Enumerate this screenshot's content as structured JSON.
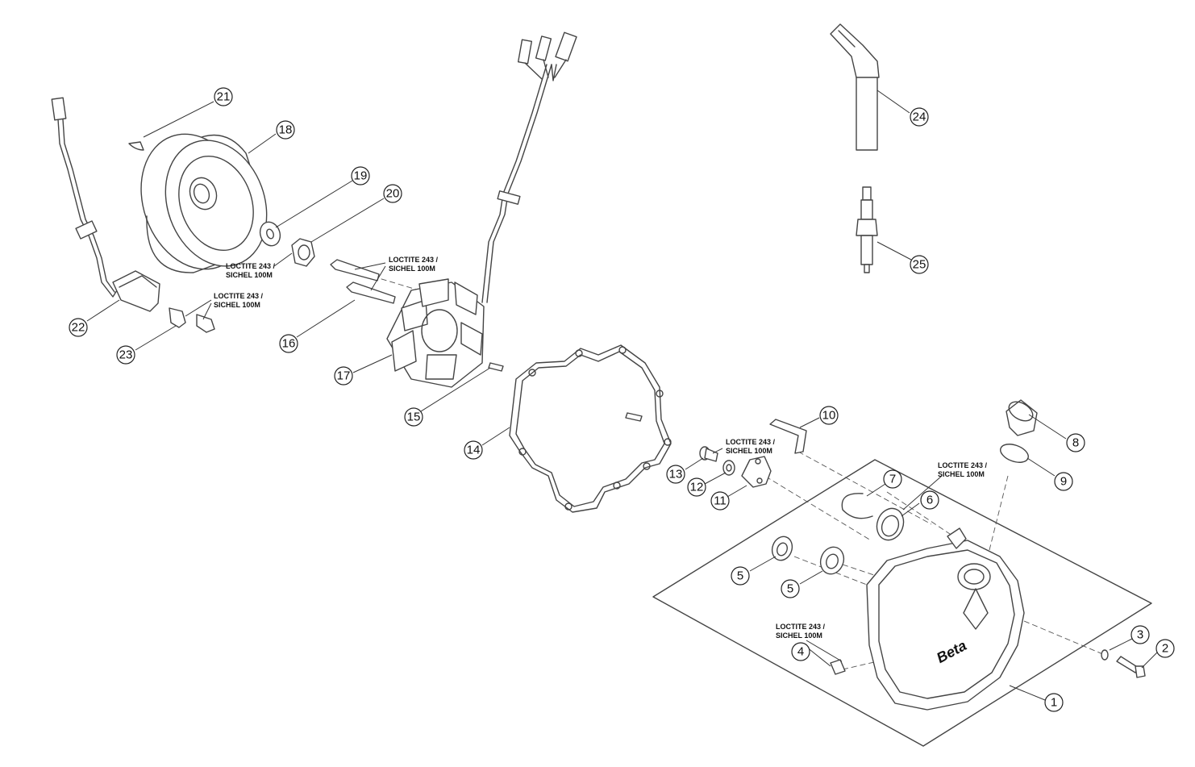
{
  "note_line1": "LOCTITE 243 /",
  "note_line2": "SICHEL 100M",
  "callouts": [
    "1",
    "2",
    "3",
    "4",
    "5",
    "5",
    "6",
    "7",
    "8",
    "9",
    "10",
    "11",
    "12",
    "13",
    "14",
    "15",
    "16",
    "17",
    "18",
    "19",
    "20",
    "21",
    "22",
    "23",
    "24",
    "25"
  ],
  "brand_mark": "Beta"
}
